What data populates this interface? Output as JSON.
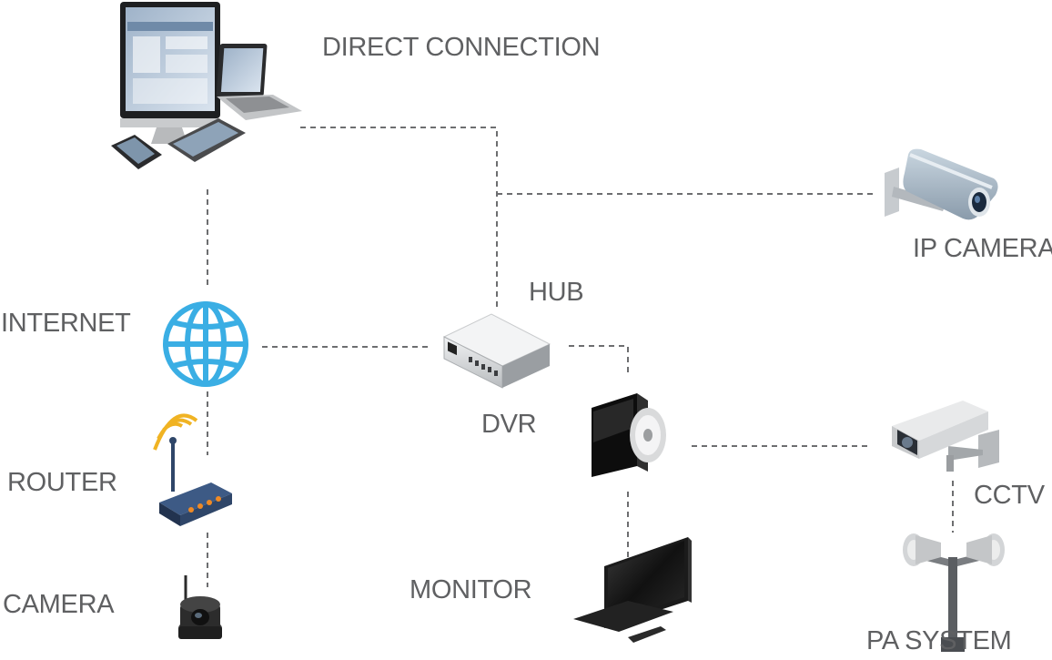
{
  "labels": {
    "direct_connection": "DIRECT CONNECTION",
    "ip_camera": "IP CAMERA",
    "hub": "HUB",
    "internet": "INTERNET",
    "dvr": "DVR",
    "router": "ROUTER",
    "cctv": "CCTV",
    "monitor": "MONITOR",
    "camera": "CAMERA",
    "pa_system": "PA SYSTEM"
  },
  "colors": {
    "label_text": "#5f6062",
    "connector_line": "#6d6e70",
    "globe": "#3aaee4",
    "router_body": "#2f4669",
    "wifi_signal": "#f0b323",
    "dvr_body": "#121212",
    "hub_body": "#e6e7e8",
    "camera_body": "#a9b8c4"
  },
  "icons": [
    "computer-devices-icon",
    "ip-camera-icon",
    "globe-icon",
    "hub-icon",
    "router-icon",
    "dvr-icon",
    "cctv-camera-icon",
    "monitor-icon",
    "ptz-camera-icon",
    "pa-speaker-icon"
  ]
}
